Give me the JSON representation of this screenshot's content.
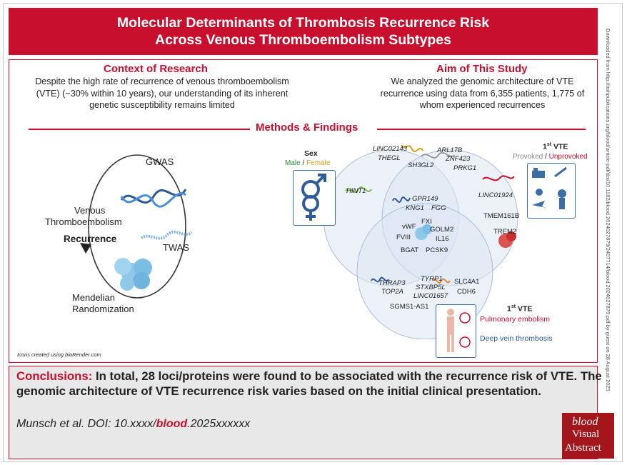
{
  "title": {
    "line1": "Molecular Determinants of Thrombosis Recurrence Risk",
    "line2": "Across Venous Thromboembolism Subtypes"
  },
  "side_text": "Downloaded from http://ashpublications.org/blood/article-pdf/doi/10.1182/blood.2024027879/2407714/blood.2024027879.pdf by guest on 28 August 2025",
  "context": {
    "heading": "Context of Research",
    "lines": [
      "Despite the high rate of recurrence of venous thromboembolism",
      "(VTE) (~30% within 10 years), our understanding of its inherent",
      "genetic susceptibility remains limited"
    ]
  },
  "aim": {
    "heading": "Aim of This Study",
    "lines": [
      "We analyzed the  genomic architecture of VTE",
      "recurrence using data from 6,355 patients, 1,775 of",
      "whom experienced recurrences"
    ]
  },
  "methods_heading": "Methods & Findings",
  "left_diagram": {
    "gwas": "GWAS",
    "venous": "Venous",
    "thromboembolism": "Thromboembolism",
    "recurrence": "Recurrence",
    "twas": "TWAS",
    "mendelian": "Mendelian",
    "randomization": "Randomization",
    "credit": "Icons created using bioRender.com"
  },
  "sex_box": {
    "label": "Sex",
    "male": "Male",
    "sep": " / ",
    "female": "Female"
  },
  "first_vte_top": {
    "label_1": "1",
    "sup": "st",
    "label_2": " VTE",
    "provoked": "Provoked",
    "sep": " / ",
    "unprovoked": "Unprovoked"
  },
  "first_vte_bottom": {
    "label_1": "1",
    "sup": "st",
    "label_2": " VTE",
    "pe": "Pulmonary embolism",
    "dvt": "Deep vein thrombosis"
  },
  "genes": {
    "linc02143": "LINC02143",
    "thegl": "THEGL",
    "sh3gl2": "SH3GL2",
    "arl17b": "ARL17B",
    "znf423": "ZNF423",
    "prkg1": "PRKG1",
    "hint1": "HINT1",
    "gpr149": "GPR149",
    "kng1": "KNG1",
    "fgg": "FGG",
    "linc01924": "LINC01924",
    "tmem161b": "TMEM161B",
    "trem2": "TREM2",
    "vwf": "vWF",
    "fxi": "FXI",
    "golm2": "GOLM2",
    "fviii": "FVIII",
    "il16": "IL16",
    "bgat": "BGAT",
    "pcsk9": "PCSK9",
    "thrap3": "THRAP3",
    "top2a": "TOP2A",
    "tyrp1": "TYRP1",
    "stxbp5l": "STXBP5L",
    "linc01657": "LINC01657",
    "slc4a1": "SLC4A1",
    "cdh6": "CDH6",
    "sgms1as1": "SGMS1-AS1"
  },
  "conclusions": {
    "label": "Conclusions:",
    "text": " In total, 28 loci/proteins were found to be associated with the recurrence risk of VTE. The genomic architecture of VTE recurrence risk varies based on the initial clinical presentation."
  },
  "citation": {
    "prefix": "Munsch et al. DOI: 10.xxxx/",
    "journal": "blood",
    "suffix": ".2025xxxxxx"
  },
  "logo": {
    "brand": "blood",
    "line1": "Visual",
    "line2": "Abstract"
  },
  "colors": {
    "brand_red": "#c8102e",
    "male_green": "#2e8b3c",
    "female_gold": "#d4a017",
    "provoked_gray": "#888888",
    "blue": "#2c5a9a",
    "venn_fill": "#dde6f2"
  }
}
